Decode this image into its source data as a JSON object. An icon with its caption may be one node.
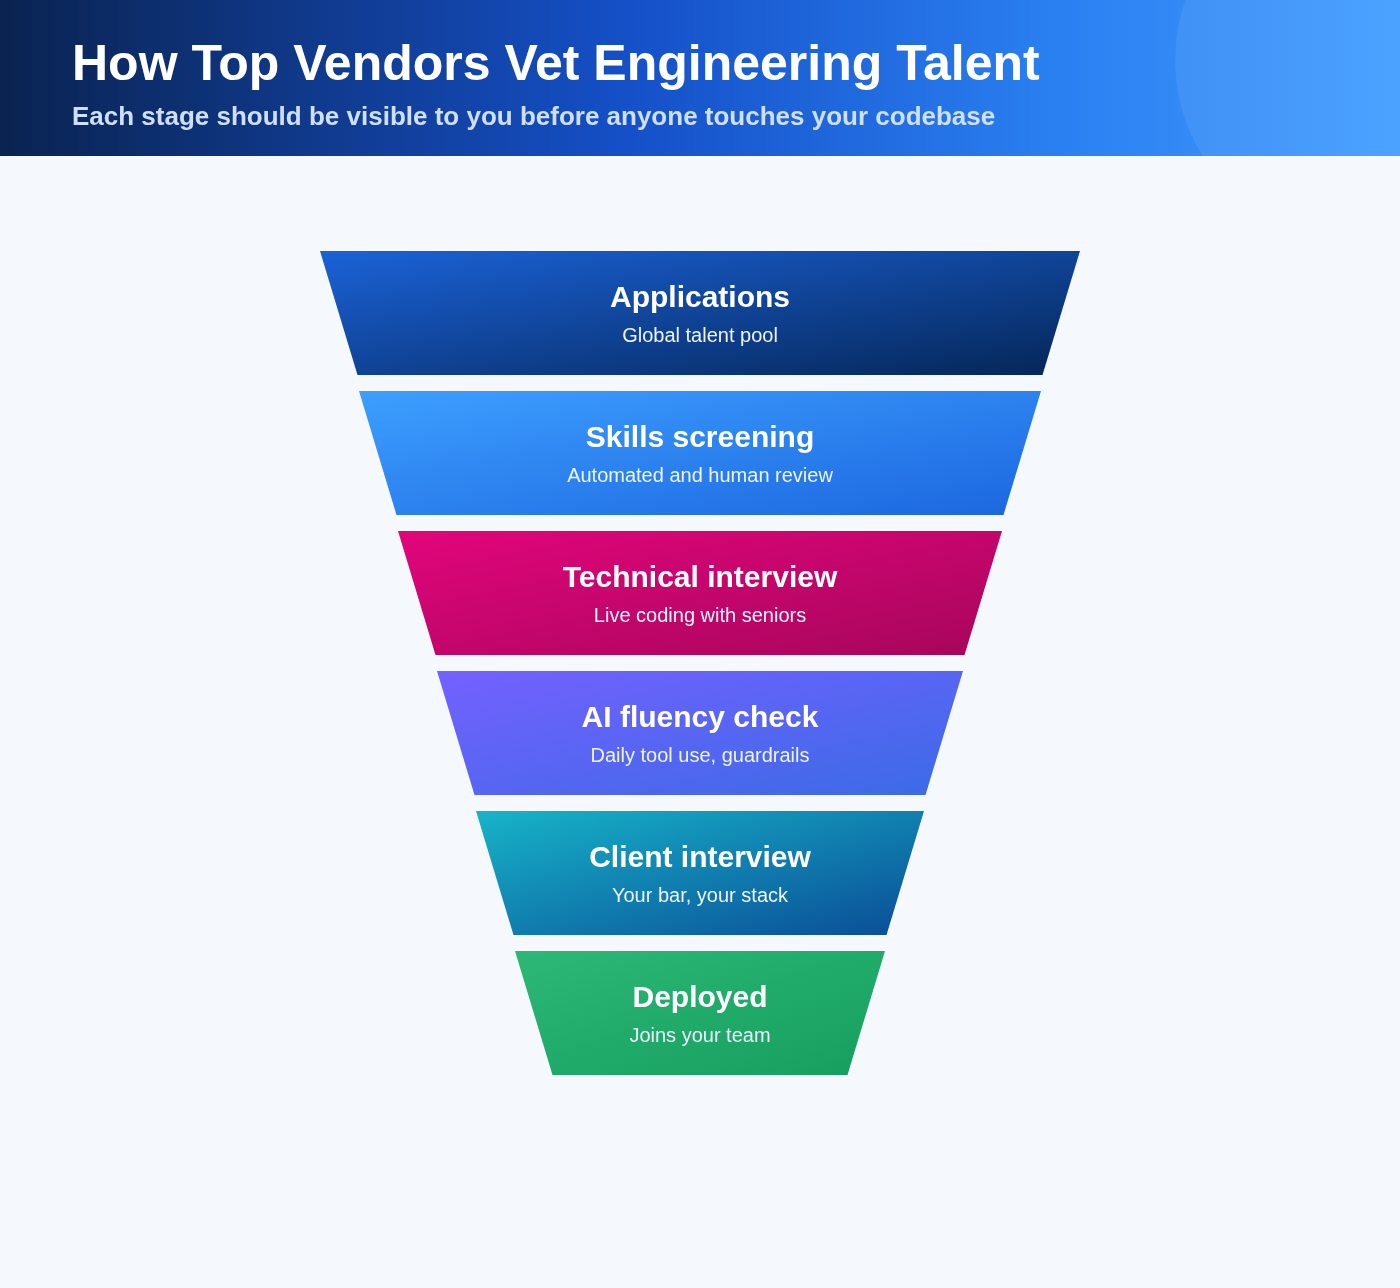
{
  "diagram": {
    "title": "How Top Vendors Vet Engineering Talent",
    "caption": "Each stage should be visible to you before anyone touches your codebase",
    "nodes": [
      {
        "text": [
          "Applications",
          "Global talent pool"
        ]
      },
      {
        "text": [
          "Skills screening",
          "Automated and human review"
        ]
      },
      {
        "text": [
          "Technical interview",
          "Live coding with seniors"
        ]
      },
      {
        "text": [
          "AI fluency check",
          "Daily tool use, guardrails"
        ]
      },
      {
        "text": [
          "Client interview",
          "Your bar, your stack"
        ]
      },
      {
        "text": [
          "Deployed",
          "Joins your team"
        ]
      }
    ]
  }
}
